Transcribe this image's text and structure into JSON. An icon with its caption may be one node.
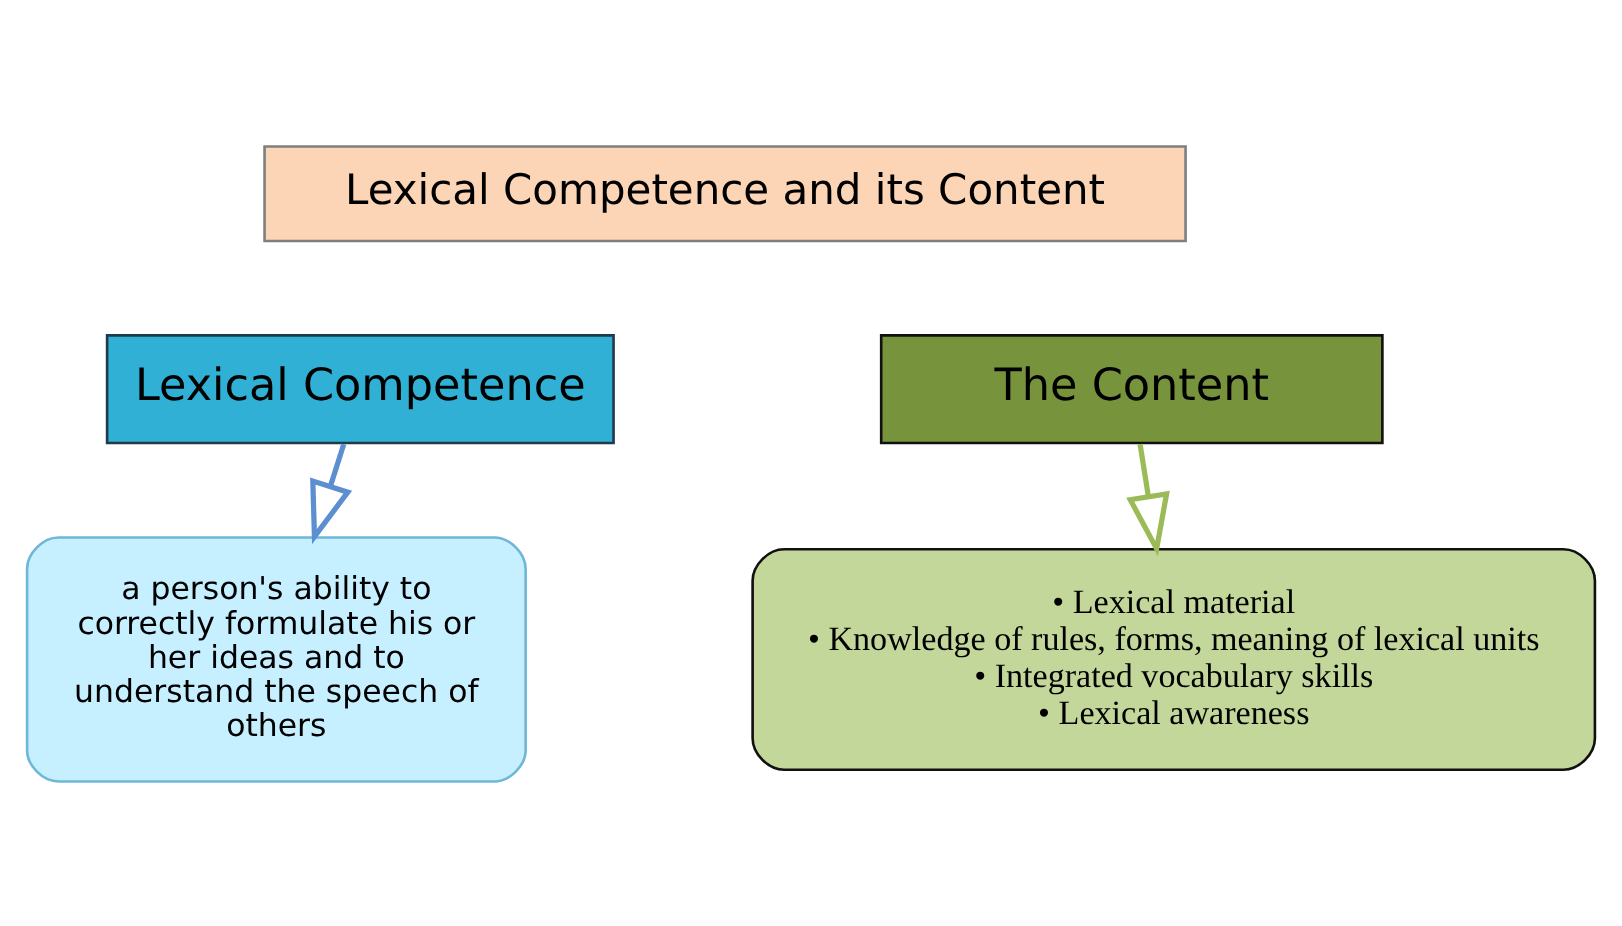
{
  "diagram": {
    "nodes": [
      {
        "text": [
          "Lexical Competence and its Content"
        ]
      },
      {
        "text": [
          "Lexical Competence"
        ]
      },
      {
        "text": [
          "The Content"
        ]
      },
      {
        "text": [
          "a person's ability to correctly formulate his or her ideas and to understand the speech of others"
        ]
      },
      {
        "text": [
          "• Lexical material",
          "• Knowledge of rules, forms, meaning of lexical units",
          "• Integrated vocabulary skills",
          "• Lexical awareness"
        ]
      }
    ],
    "edges": [
      {
        "from": 1,
        "to": 3,
        "arrow": "to",
        "color": "#5b8fd0"
      },
      {
        "from": 2,
        "to": 4,
        "arrow": "to",
        "color": "#9bbb59"
      }
    ]
  }
}
